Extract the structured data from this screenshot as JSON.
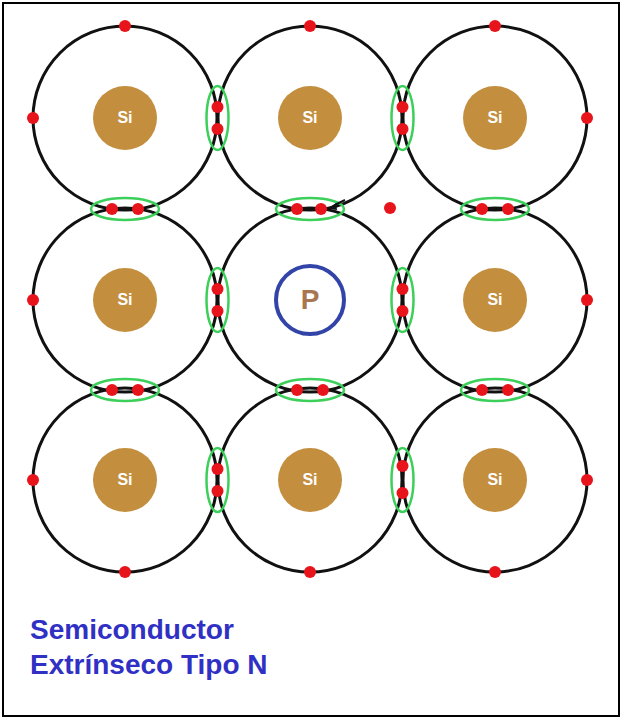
{
  "diagram": {
    "caption": "Semiconductor Extrínseco Tipo N",
    "nodes": [
      {
        "text": [
          "Si"
        ]
      },
      {
        "text": [
          "Si"
        ]
      },
      {
        "text": [
          "Si"
        ]
      },
      {
        "text": [
          "Si"
        ]
      },
      {
        "text": [
          "P"
        ]
      },
      {
        "text": [
          "Si"
        ]
      },
      {
        "text": [
          "Si"
        ]
      },
      {
        "text": [
          "Si"
        ]
      },
      {
        "text": [
          "Si"
        ]
      }
    ]
  }
}
